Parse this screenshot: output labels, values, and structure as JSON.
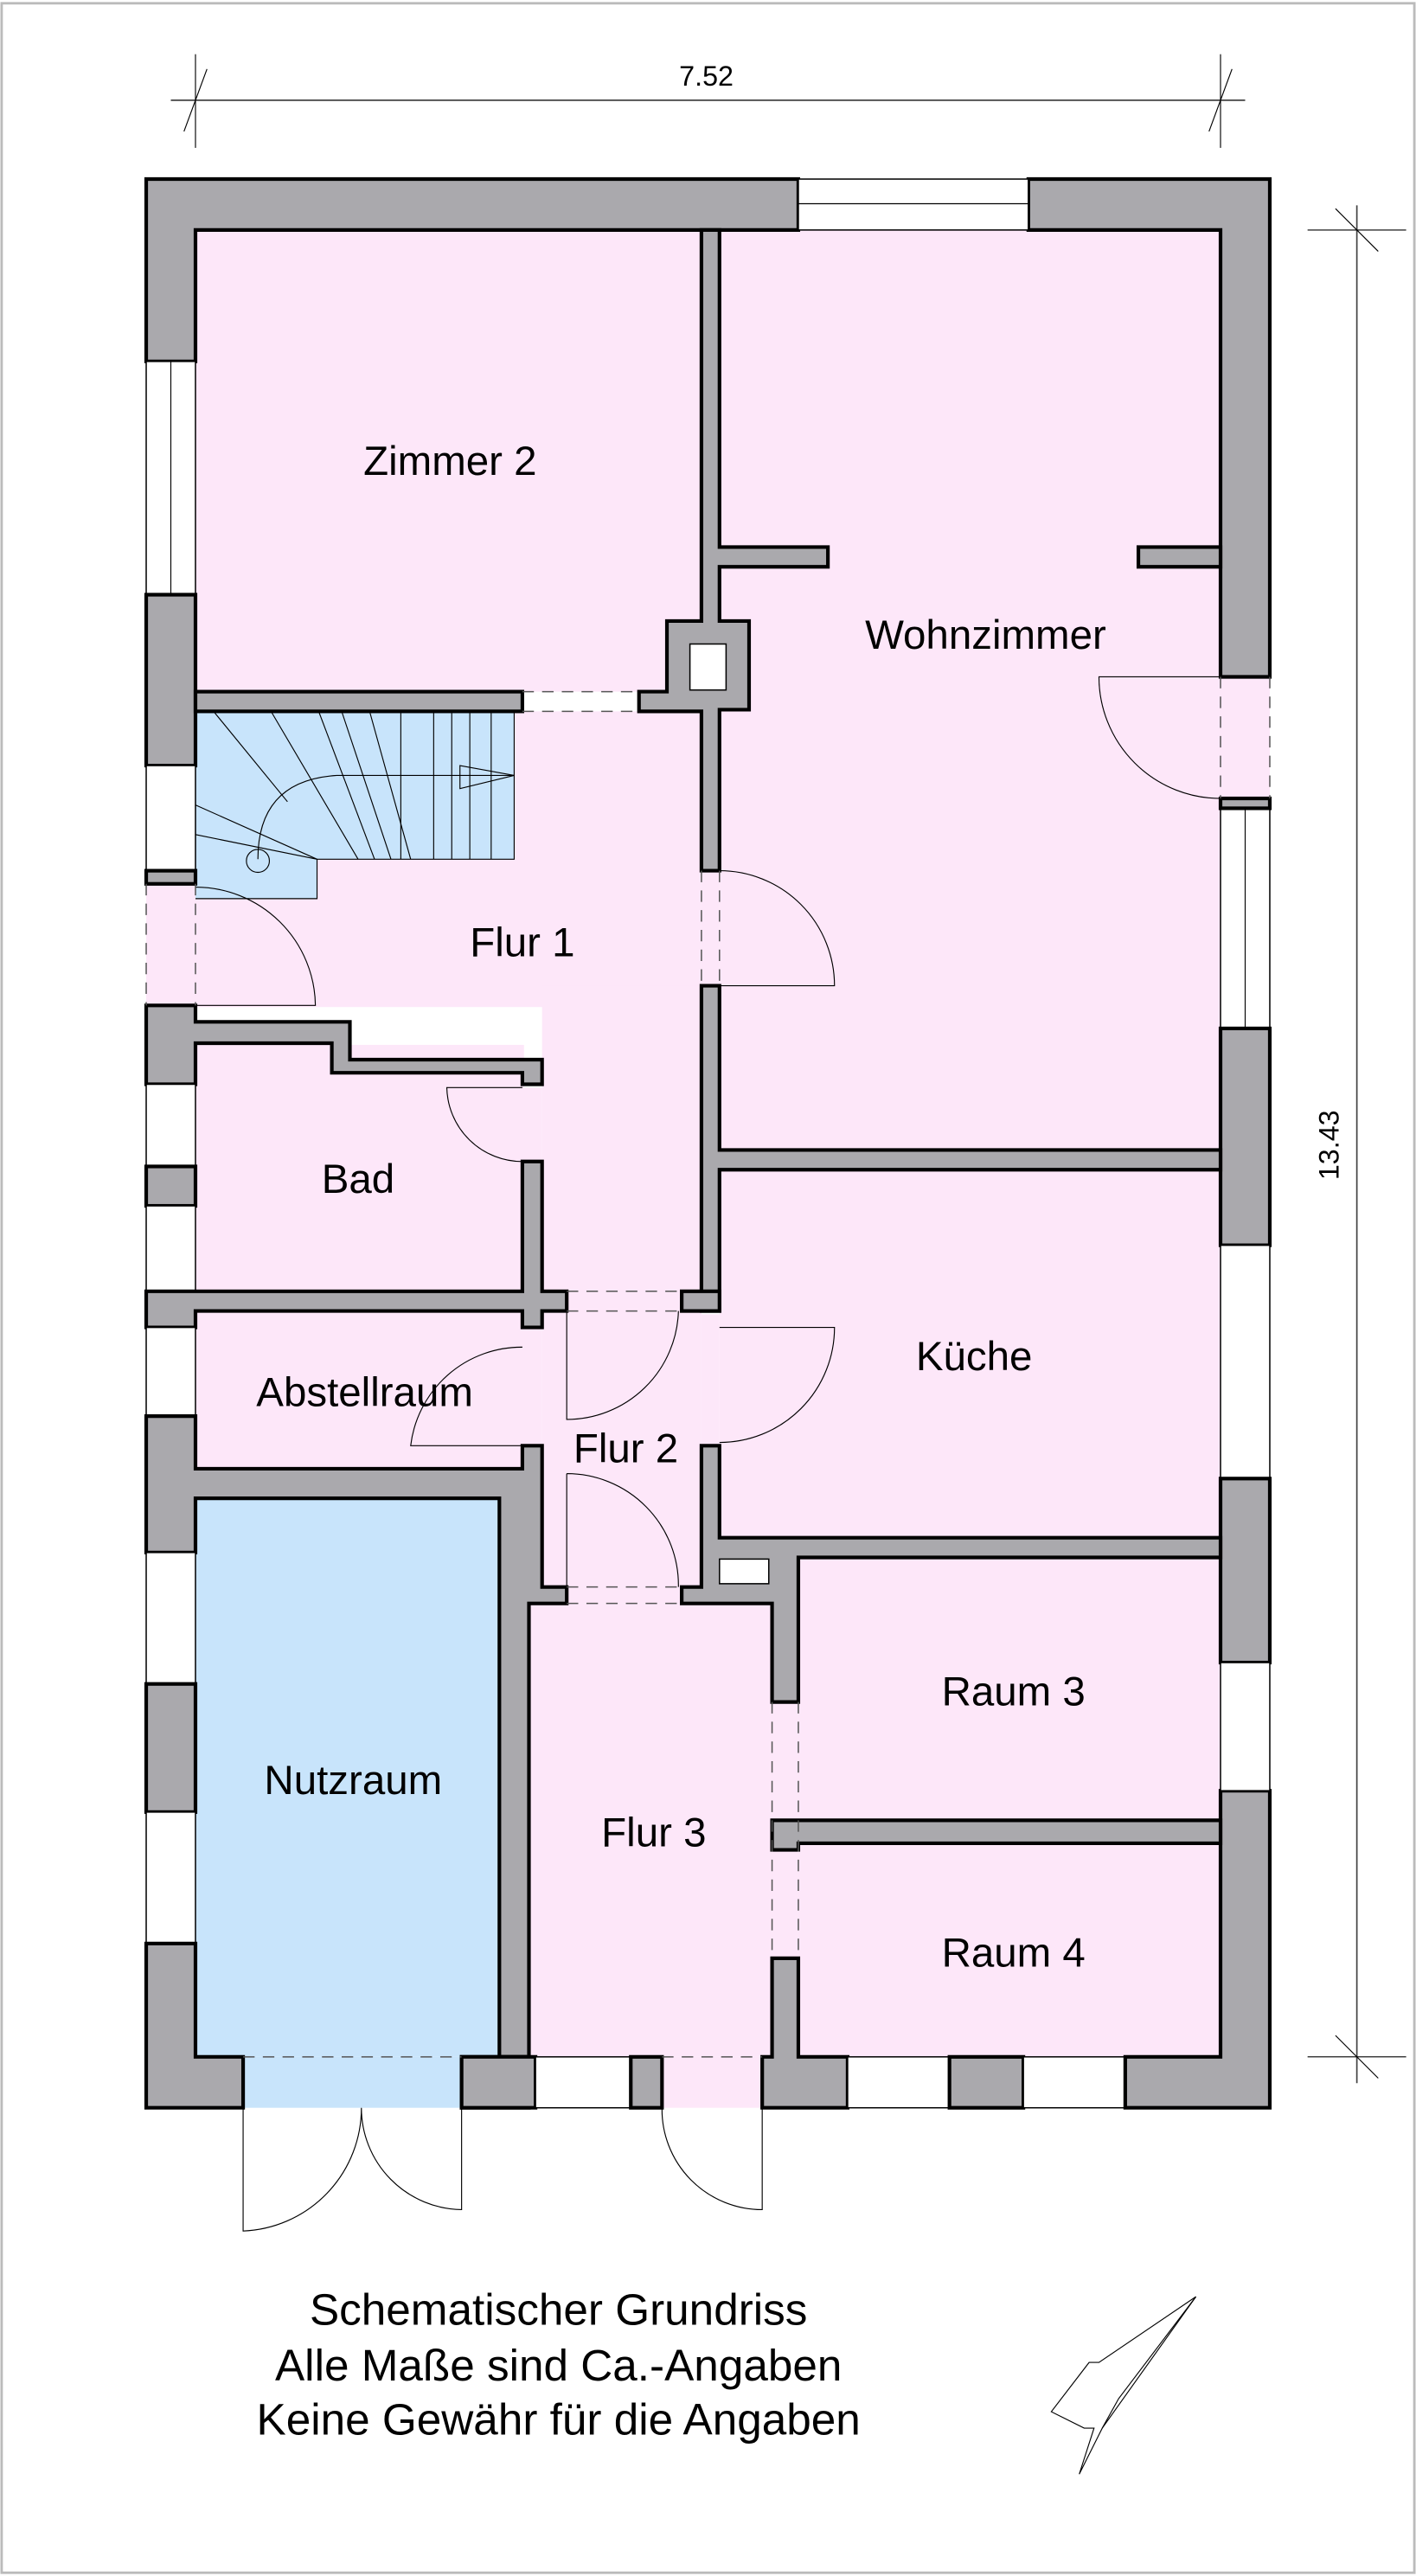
{
  "title": "Schematischer Grundriss",
  "dimensions": {
    "width": "7.52",
    "height": "13.43"
  },
  "rooms": {
    "zimmer2": "Zimmer 2",
    "wohnzimmer": "Wohnzimmer",
    "flur1": "Flur 1",
    "bad": "Bad",
    "abstellraum": "Abstellraum",
    "flur2": "Flur 2",
    "kueche": "Küche",
    "nutzraum": "Nutzraum",
    "flur3": "Flur 3",
    "raum3": "Raum 3",
    "raum4": "Raum 4"
  },
  "caption": {
    "line1": "Schematischer Grundriss",
    "line2": "Alle Maße sind Ca.-Angaben",
    "line3": "Keine Gewähr für die Angaben"
  },
  "icons": {
    "north_arrow": "north-arrow-icon",
    "stair_direction": "stair-arrow-icon"
  },
  "colors": {
    "wall": "#aaa9ad",
    "room": "#fde7f9",
    "utility_room": "#c8e4fb",
    "stairs": "#c8e4fb"
  }
}
